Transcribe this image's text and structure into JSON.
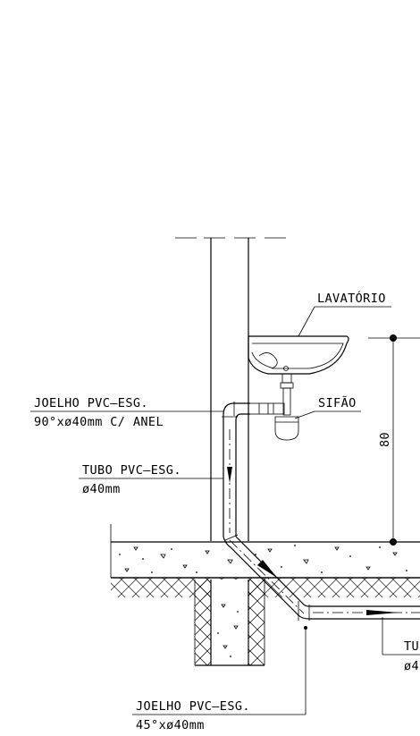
{
  "labels": {
    "lavatorio": "LAVATÓRIO",
    "sifao": "SIFÃO",
    "joelho90_line1": "JOELHO PVC–ESG.",
    "joelho90_line2": "90°xø40mm C/ ANEL",
    "tubo_line1": "TUBO PVC–ESG.",
    "tubo_line2": "ø40mm",
    "joelho45_line1": "JOELHO PVC–ESG.",
    "joelho45_line2": "45°xø40mm",
    "tubo_right_partial": "TU",
    "tubo_right_partial2": "ø4",
    "dimension": "80"
  }
}
